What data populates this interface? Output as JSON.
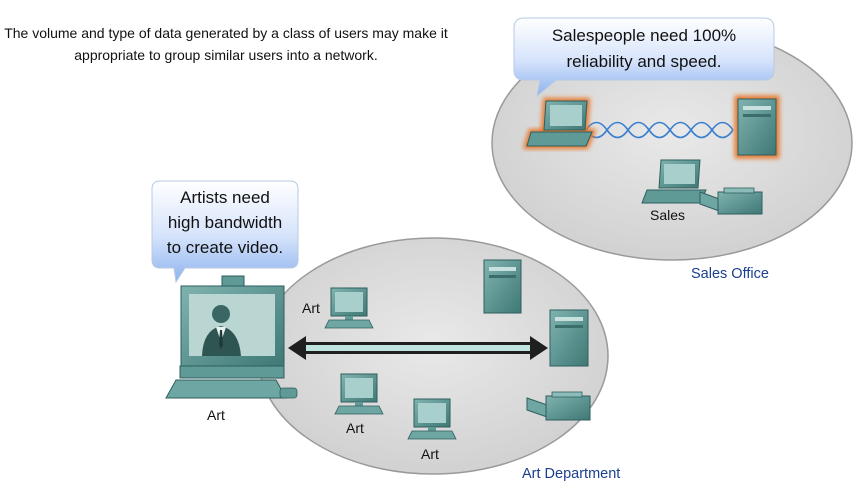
{
  "intro_text": "The volume and type of data generated by a class of users may make it appropriate to group similar users into a network.",
  "sales": {
    "callout_line1": "Salespeople need 100%",
    "callout_line2": "reliability and speed.",
    "device_label": "Sales",
    "zone_label": "Sales Office"
  },
  "art": {
    "callout_line1": "Artists need",
    "callout_line2": "high bandwidth",
    "callout_line3": "to create video.",
    "zone_label": "Art Department",
    "labels": [
      "Art",
      "Art",
      "Art",
      "Art"
    ]
  },
  "colors": {
    "device_teal": "#4f8f8c",
    "highlight_orange": "#e8772a",
    "callout_blue": "#8fb4ef",
    "link_blue": "#2a6fc9",
    "zone_fill": "#d9d9d9",
    "zone_text": "#1b3f8f"
  }
}
